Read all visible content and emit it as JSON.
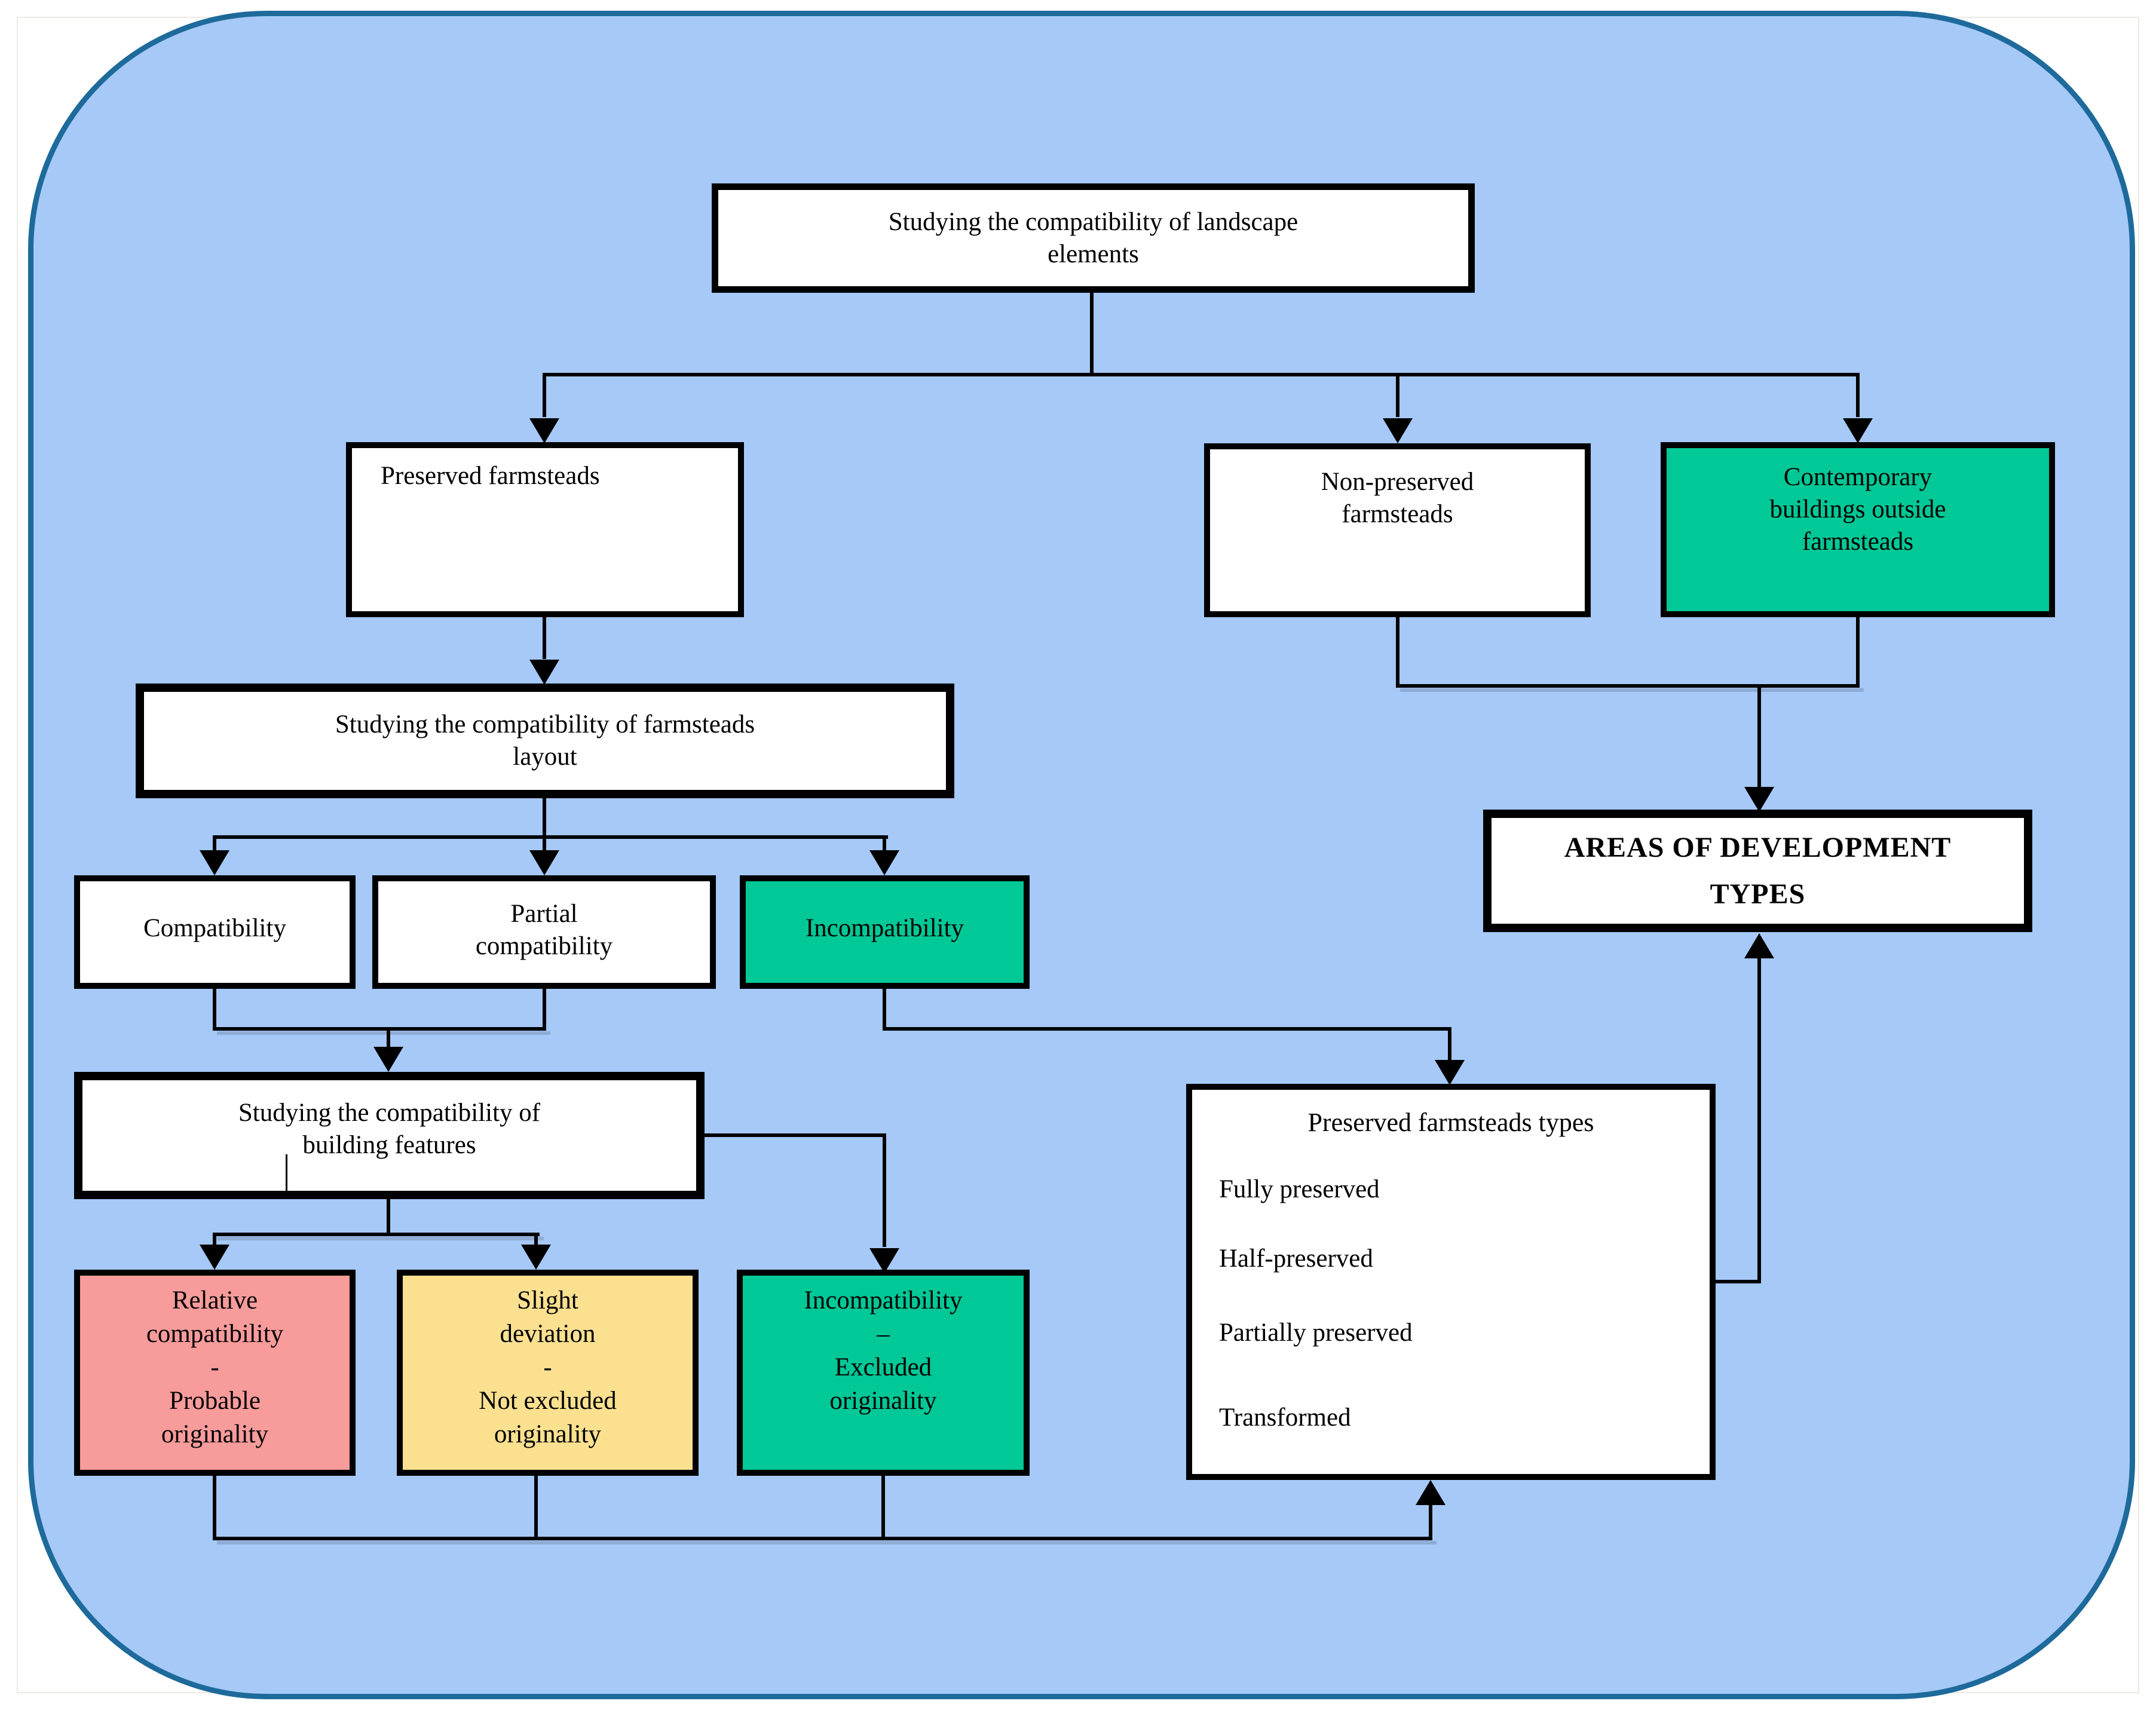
{
  "colors": {
    "page_background": "#FFFFFF",
    "canvas_fill": "#A6C9F7",
    "canvas_border": "#1D6A9B",
    "node_border": "#000000",
    "node_fill_white": "#FFFFFF",
    "node_fill_green": "#00C896",
    "node_fill_pink": "#F89B9B",
    "node_fill_yellow": "#FBE08F",
    "text_color": "#000000"
  },
  "nodes": {
    "landscape_elements": {
      "label": "Studying the compatibility of landscape\nelements"
    },
    "preserved_farmsteads": {
      "label": "Preserved farmsteads"
    },
    "non_preserved_farmsteads": {
      "label": "Non-preserved\nfarmsteads"
    },
    "contemporary_buildings": {
      "label": "Contemporary\nbuildings outside\nfarmsteads"
    },
    "farmsteads_layout": {
      "label": "Studying the compatibility of farmsteads\nlayout"
    },
    "compatibility": {
      "label": "Compatibility"
    },
    "partial_compatibility": {
      "label": "Partial\ncompatibility"
    },
    "incompatibility": {
      "label": "Incompatibility"
    },
    "areas_of_development": {
      "label": "AREAS OF DEVELOPMENT\nTYPES"
    },
    "building_features": {
      "label": "Studying the compatibility of\nbuilding features"
    },
    "relative_compatibility": {
      "label": "Relative\ncompatibility\n-\nProbable\noriginality"
    },
    "slight_deviation": {
      "label": "Slight\ndeviation\n-\nNot excluded\noriginality"
    },
    "incompatibility_excluded": {
      "label": "Incompatibility\n–\nExcluded\noriginality"
    },
    "preserved_types": {
      "title": "Preserved farmsteads types",
      "items": [
        "Fully preserved",
        "Half-preserved",
        "Partially preserved",
        "Transformed"
      ]
    }
  }
}
